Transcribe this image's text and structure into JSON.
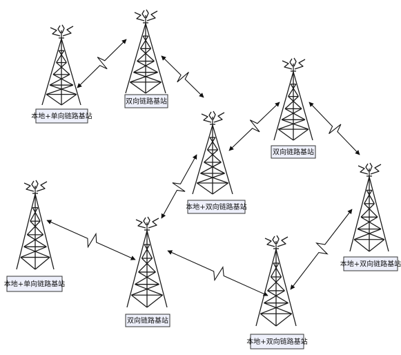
{
  "colors": {
    "tower": "#1a1a1a",
    "label_fill": "#eef0fb",
    "label_border": "#333333",
    "link": "#111111"
  },
  "icons": {
    "station": "radio-tower-icon",
    "link": "zigzag-wireless-link-arrow"
  },
  "stations": [
    {
      "id": "s1",
      "label": "本地+单向链路基站"
    },
    {
      "id": "s2",
      "label": "双向链路基站"
    },
    {
      "id": "s3",
      "label": "本地+双向链路基站"
    },
    {
      "id": "s4",
      "label": "双向链路基站"
    },
    {
      "id": "s5",
      "label": "本地+双向链路基站"
    },
    {
      "id": "s6",
      "label": "本地+单向链路基站"
    },
    {
      "id": "s7",
      "label": "双向链路基站"
    },
    {
      "id": "s8",
      "label": "本地+双向链路基站"
    }
  ],
  "links": [
    {
      "from": "s1",
      "to": "s2",
      "direction": "both"
    },
    {
      "from": "s2",
      "to": "s3",
      "direction": "both"
    },
    {
      "from": "s3",
      "to": "s4",
      "direction": "both"
    },
    {
      "from": "s4",
      "to": "s5",
      "direction": "both"
    },
    {
      "from": "s3",
      "to": "s7",
      "direction": "both"
    },
    {
      "from": "s6",
      "to": "s7",
      "direction": "both"
    },
    {
      "from": "s7",
      "to": "s8",
      "direction": "both"
    },
    {
      "from": "s8",
      "to": "s5",
      "direction": "both"
    }
  ]
}
